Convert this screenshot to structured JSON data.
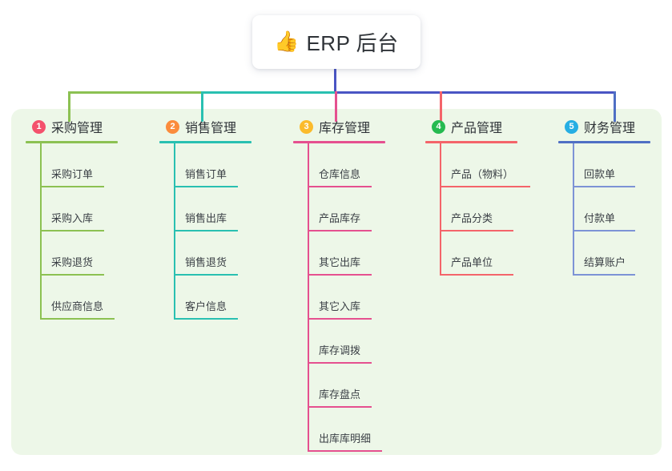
{
  "root": {
    "icon": "thumbs-up-icon",
    "emoji": "👍",
    "title": "ERP 后台"
  },
  "palette": {
    "panel_bg": "#edf7e8",
    "card_bg": "#ffffff",
    "text": "#2f3338",
    "bus_green": "#7cb342",
    "bus_teal": "#19bfae",
    "bus_blue": "#4a55c4"
  },
  "columns": [
    {
      "badge": "1",
      "badge_color": "#f4516c",
      "line_color": "#8cc152",
      "title": "采购管理",
      "items": [
        {
          "label": "采购订单"
        },
        {
          "label": "采购入库"
        },
        {
          "label": "采购退货"
        },
        {
          "label": "供应商信息"
        }
      ]
    },
    {
      "badge": "2",
      "badge_color": "#fb8c3c",
      "line_color": "#29c0b1",
      "title": "销售管理",
      "items": [
        {
          "label": "销售订单"
        },
        {
          "label": "销售出库"
        },
        {
          "label": "销售退货"
        },
        {
          "label": "客户信息"
        }
      ]
    },
    {
      "badge": "3",
      "badge_color": "#fbbb2c",
      "line_color": "#e5508f",
      "title": "库存管理",
      "items": [
        {
          "label": "仓库信息"
        },
        {
          "label": "产品库存"
        },
        {
          "label": "其它出库"
        },
        {
          "label": "其它入库"
        },
        {
          "label": "库存调拨"
        },
        {
          "label": "库存盘点"
        },
        {
          "label": "出库库明细"
        }
      ]
    },
    {
      "badge": "4",
      "badge_color": "#25ba50",
      "line_color": "#f4646a",
      "title": "产品管理",
      "items": [
        {
          "label": "产品（物料）"
        },
        {
          "label": "产品分类"
        },
        {
          "label": "产品单位"
        }
      ]
    },
    {
      "badge": "5",
      "badge_color": "#26aee3",
      "line_color": "#4f6fc4",
      "title": "财务管理",
      "items": [
        {
          "label": "回款单"
        },
        {
          "label": "付款单"
        },
        {
          "label": "结算账户"
        }
      ]
    }
  ]
}
